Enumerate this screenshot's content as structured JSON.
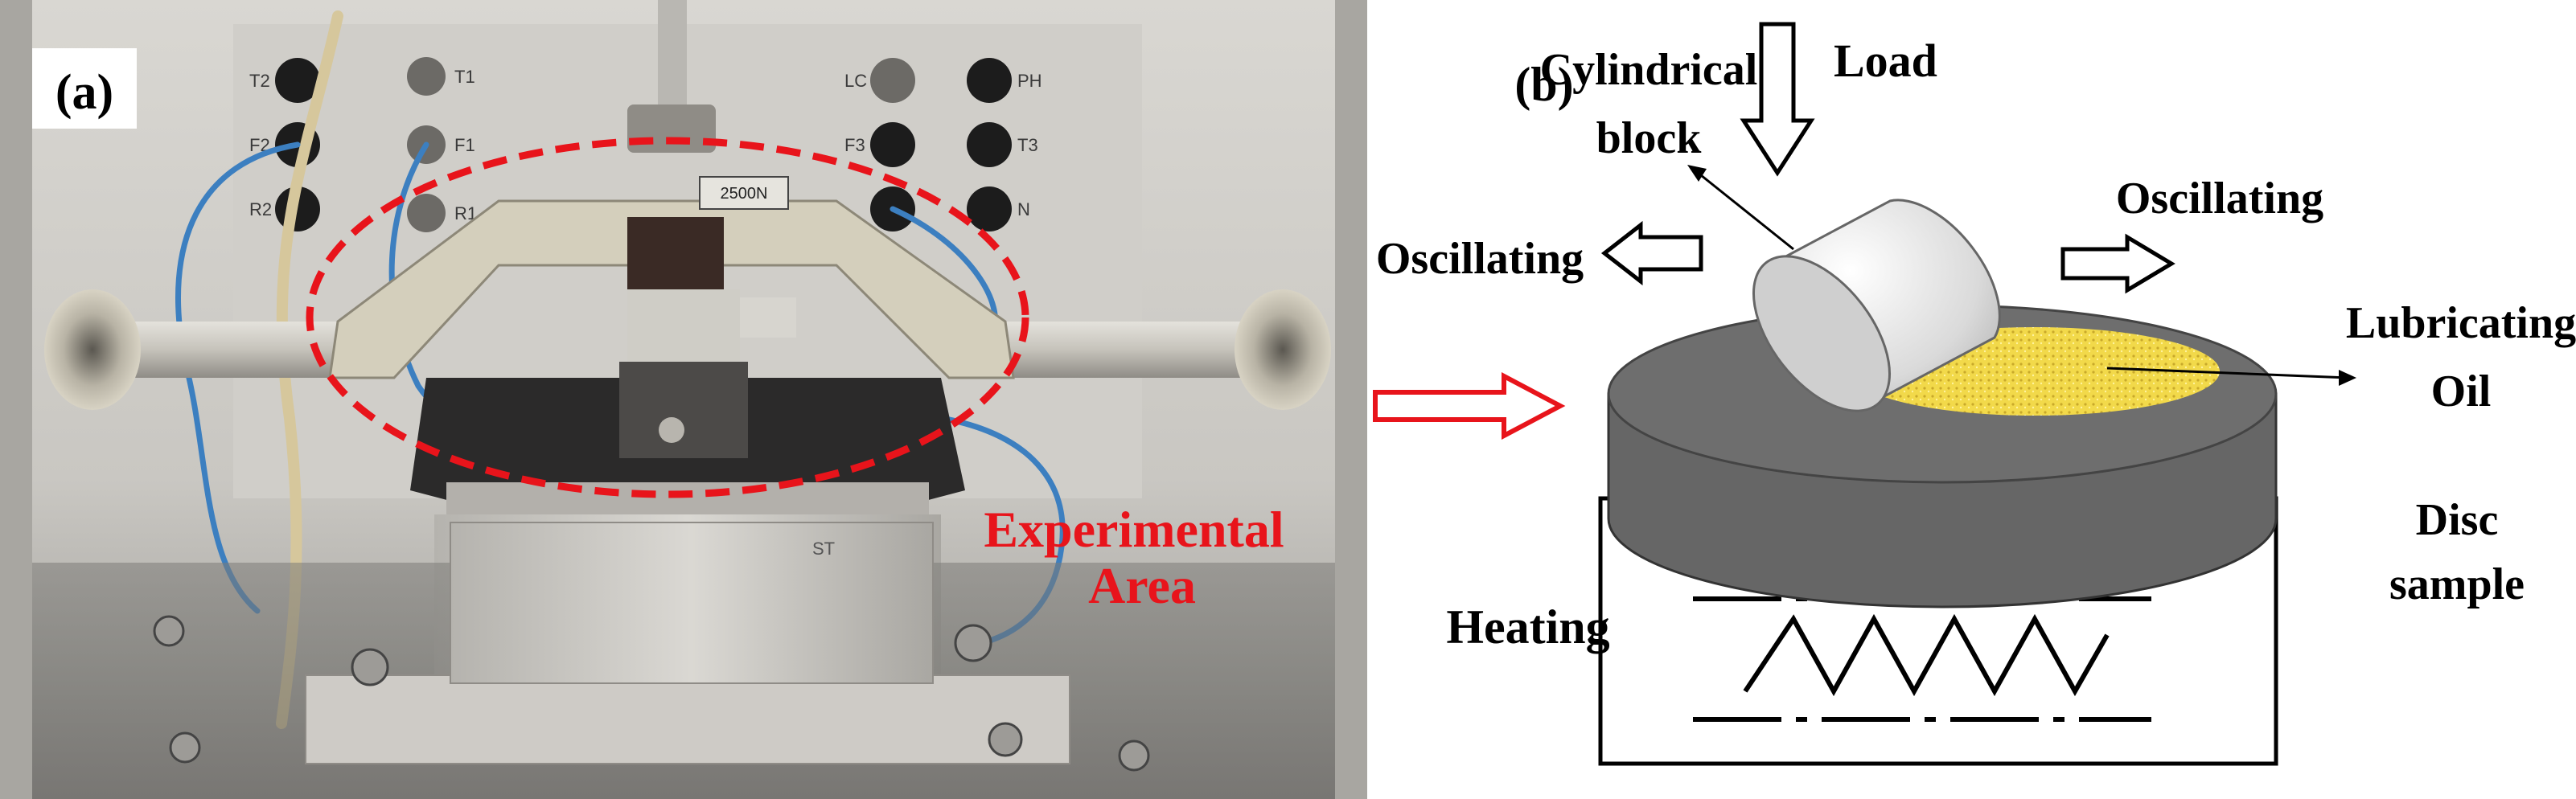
{
  "panel_a": {
    "label": "(a)",
    "annotation_line1": "Experimental",
    "annotation_line2": "Area",
    "load_cell_label": "2500N",
    "socket_labels": [
      "T2",
      "T1",
      "F2",
      "F1",
      "R2",
      "R1",
      "LC",
      "PH",
      "F3",
      "T3",
      "N",
      "ST"
    ],
    "annotation_color": "#e8141b"
  },
  "panel_b": {
    "label": "(b)",
    "load": "Load",
    "cylindrical_block_line1": "Cylindrical",
    "cylindrical_block_line2": "block",
    "oscillating_left": "Oscillating",
    "oscillating_right": "Oscillating",
    "lubricating_line1": "Lubricating",
    "lubricating_line2": "Oil",
    "disc_line1": "Disc",
    "disc_line2": "sample",
    "heating": "Heating",
    "oil_color": "#f2d94a",
    "disc_color": "#666666"
  },
  "connector_arrow_color": "#e8141b"
}
